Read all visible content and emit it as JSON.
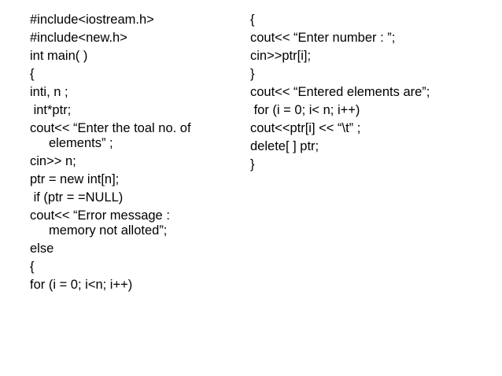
{
  "left_column": [
    "#include<iostream.h>",
    "#include<new.h>",
    "int main( )",
    "{",
    "inti, n ;",
    " int*ptr;",
    "cout<< “Enter the toal no. of",
    "elements” ;",
    "cin>> n;",
    "ptr = new int[n];",
    " if (ptr = =NULL)",
    "cout<< “Error message :",
    "memory not alloted”;",
    "else",
    "{",
    "for (i = 0; i<n; i++)"
  ],
  "right_column": [
    "{",
    "cout<< “Enter number : ”;",
    "cin>>ptr[i];",
    "}",
    "cout<< “Entered elements are”;",
    " for (i = 0; i< n; i++)",
    "cout<<ptr[i] << “\\t” ;",
    "delete[ ] ptr;",
    "}"
  ]
}
